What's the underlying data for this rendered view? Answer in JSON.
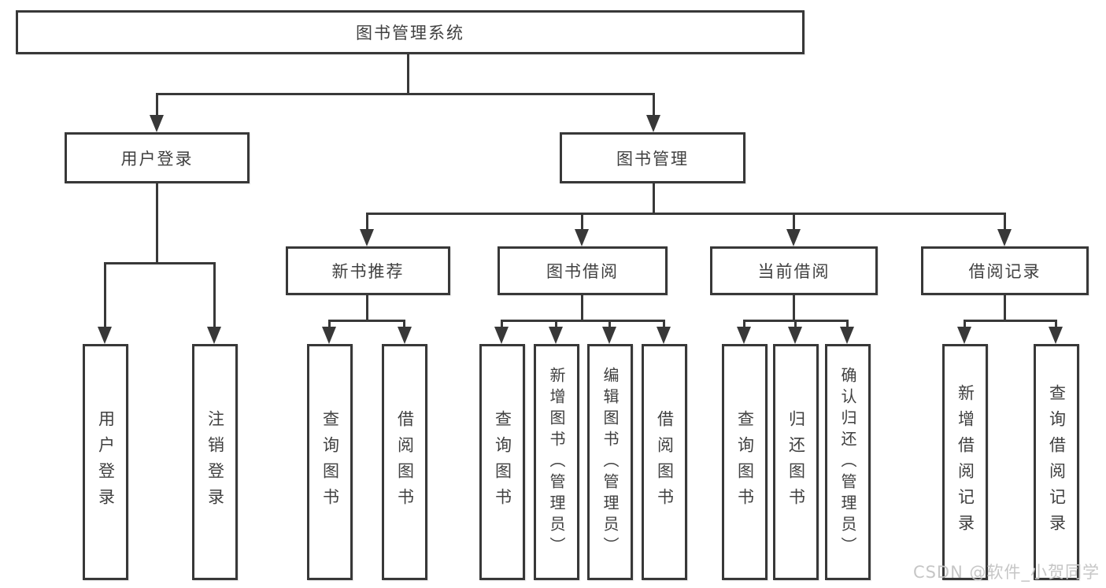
{
  "tree": {
    "root": "图书管理系统",
    "branches": [
      {
        "label": "用户登录",
        "children": [
          "用户登录",
          "注销登录"
        ]
      },
      {
        "label": "图书管理",
        "groups": [
          {
            "label": "新书推荐",
            "children": [
              "查询图书",
              "借阅图书"
            ]
          },
          {
            "label": "图书借阅",
            "children": [
              "查询图书",
              "新增图书（管理员）",
              "编辑图书（管理员）",
              "借阅图书"
            ]
          },
          {
            "label": "当前借阅",
            "children": [
              "查询图书",
              "归还图书",
              "确认归还（管理员）"
            ]
          },
          {
            "label": "借阅记录",
            "children": [
              "新增借阅记录",
              "查询借阅记录"
            ]
          }
        ]
      }
    ]
  },
  "watermark": {
    "text": "CSDN @软件_小贺同学"
  },
  "colors": {
    "connector": "#383838",
    "box_border": "#383838",
    "text": "#404040",
    "watermark": "#c6c6c6"
  }
}
